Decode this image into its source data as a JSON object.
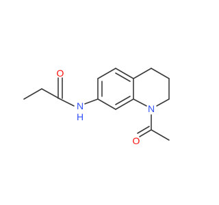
{
  "molecule": {
    "atoms": [
      {
        "id": "o_amide",
        "label": "O",
        "color": "#ff0d0d"
      },
      {
        "id": "n_amide",
        "label": "N",
        "color": "#3050f8"
      },
      {
        "id": "h_amide",
        "label": "H",
        "color": "#3050f8"
      },
      {
        "id": "n_ring",
        "label": "N",
        "color": "#3050f8"
      },
      {
        "id": "o_acetyl",
        "label": "O",
        "color": "#ff0d0d"
      }
    ],
    "bond_color": "#3a3a3a"
  }
}
